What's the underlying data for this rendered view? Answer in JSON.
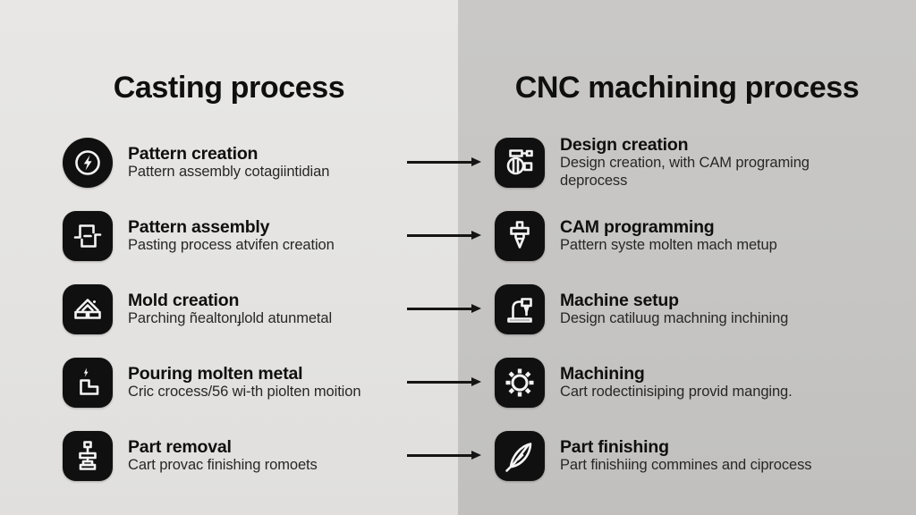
{
  "left_panel": {
    "title": "Casting process",
    "items": [
      {
        "icon": "lightning-circle-icon",
        "title": "Pattern creation",
        "subtitle": "Pattern assembly cotagiintidian"
      },
      {
        "icon": "pattern-brackets-icon",
        "title": "Pattern assembly",
        "subtitle": "Pasting process atvifen creation"
      },
      {
        "icon": "mold-bricks-icon",
        "title": "Mold creation",
        "subtitle": "Parching ñealtonɟlold atunmetal"
      },
      {
        "icon": "pouring-ladle-icon",
        "title": "Pouring molten metal",
        "subtitle": "Cric crocess/56 wi-th piolten moition"
      },
      {
        "icon": "press-icon",
        "title": "Part removal",
        "subtitle": "Cart provac finishing romoets"
      }
    ]
  },
  "right_panel": {
    "title": "CNC machining process",
    "items": [
      {
        "icon": "cad-machine-icon",
        "title": "Design creation",
        "subtitle": "Design creation, with CAM programing deprocess"
      },
      {
        "icon": "drill-bit-icon",
        "title": "CAM programming",
        "subtitle": "Pattern syste molten mach metup"
      },
      {
        "icon": "cnc-mill-icon",
        "title": "Machine setup",
        "subtitle": "Design catiluug machning inchining"
      },
      {
        "icon": "gear-icon",
        "title": "Machining",
        "subtitle": "Cart rodectinisiping provid manging."
      },
      {
        "icon": "feather-icon",
        "title": "Part finishing",
        "subtitle": "Part finishiing commines and ciprocess"
      }
    ]
  },
  "arrows": {
    "count": 5,
    "direction": "left-to-right"
  },
  "colors": {
    "left_background": "#e4e3e1",
    "right_background": "#c6c5c3",
    "icon_background": "#101010",
    "icon_glyph": "#f4f4f4",
    "title_text": "#0f0f0f",
    "subtitle_text": "#272727",
    "arrow": "#151515"
  }
}
